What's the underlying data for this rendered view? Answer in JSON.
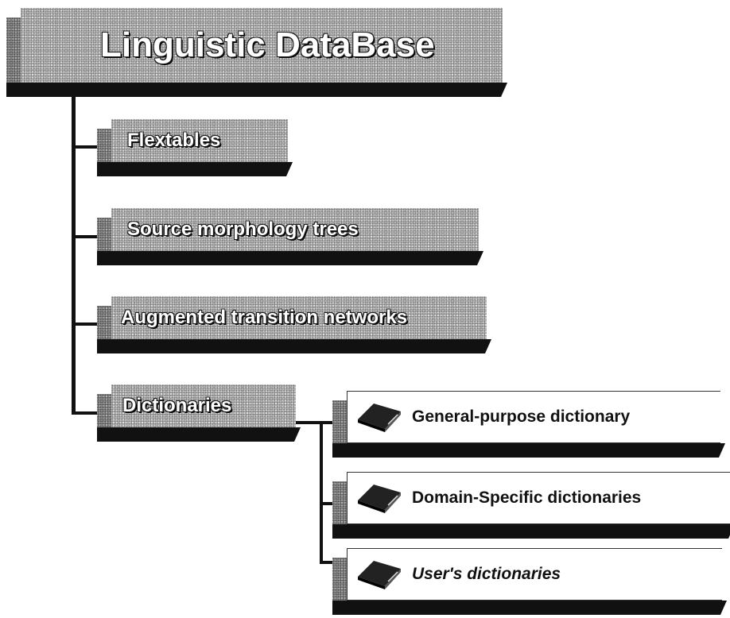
{
  "root": {
    "title": "Linguistic DataBase"
  },
  "branches": [
    {
      "label": "Flextables"
    },
    {
      "label": "Source morphology trees"
    },
    {
      "label": "Augmented transition networks"
    },
    {
      "label": "Dictionaries"
    }
  ],
  "dictionaries": [
    {
      "label": "General-purpose dictionary",
      "icon": "book-icon"
    },
    {
      "label": "Domain-Specific dictionaries",
      "icon": "book-icon"
    },
    {
      "label": "User's dictionaries",
      "icon": "book-icon"
    }
  ]
}
